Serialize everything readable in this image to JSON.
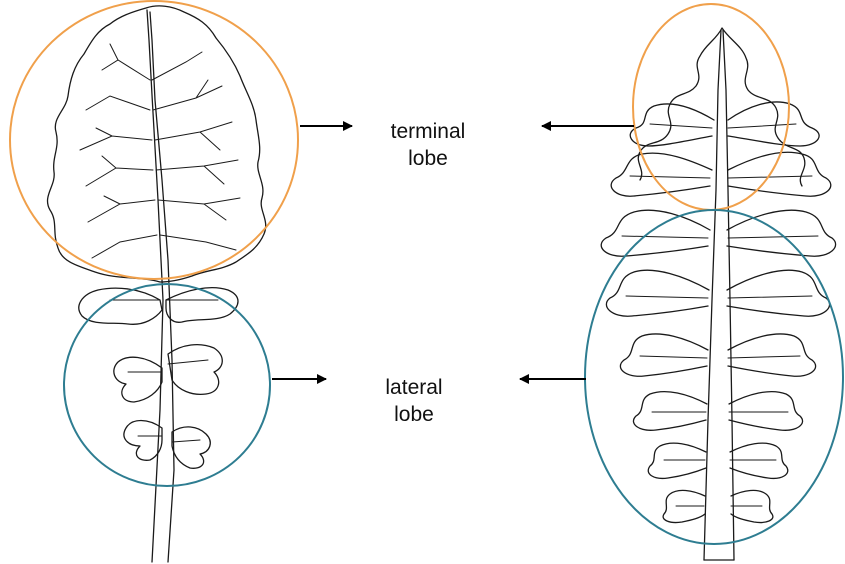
{
  "labels": {
    "terminal_line1": "terminal",
    "terminal_line2": "lobe",
    "lateral_line1": "lateral",
    "lateral_line2": "lobe"
  },
  "colors": {
    "terminal_circle": "#f0a04b",
    "lateral_circle": "#2e7d91",
    "ink": "#1a1a1a",
    "background": "#ffffff"
  },
  "icons": {
    "leaf_left": "rounded-lobed-leaf-drawing",
    "leaf_right": "deeply-pinnatifid-leaf-drawing",
    "arrow": "right-arrow-and-left-arrow"
  }
}
